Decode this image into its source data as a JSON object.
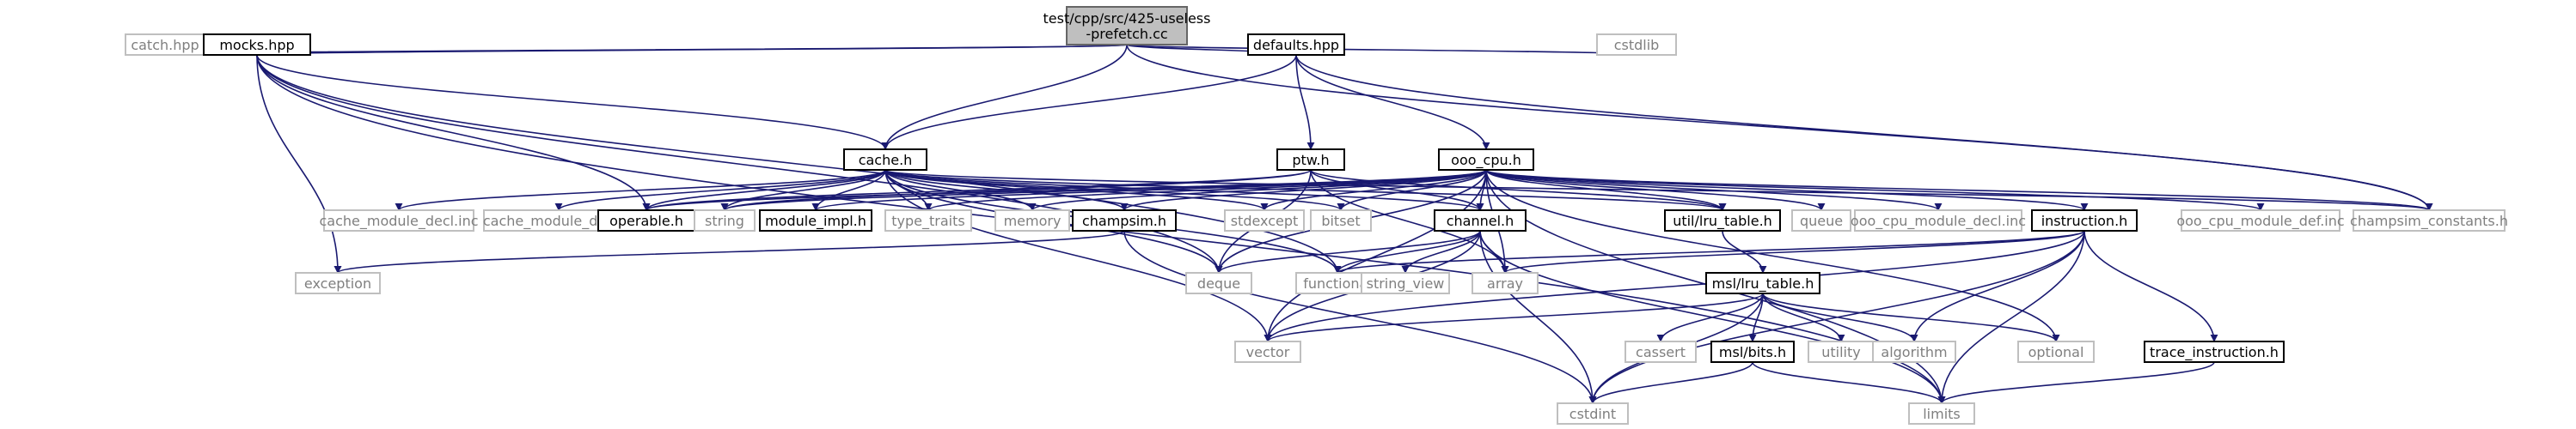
{
  "graph": {
    "nodes": [
      {
        "id": "root",
        "lines": [
          "test/cpp/src/425-useless",
          "-prefetch.cc"
        ],
        "kind": "root"
      },
      {
        "id": "catch_hpp",
        "lines": [
          "catch.hpp"
        ],
        "kind": "external"
      },
      {
        "id": "mocks_hpp",
        "lines": [
          "mocks.hpp"
        ],
        "kind": "project"
      },
      {
        "id": "defaults_hpp",
        "lines": [
          "defaults.hpp"
        ],
        "kind": "project"
      },
      {
        "id": "cstdlib",
        "lines": [
          "cstdlib"
        ],
        "kind": "external"
      },
      {
        "id": "cache_h",
        "lines": [
          "cache.h"
        ],
        "kind": "project"
      },
      {
        "id": "ptw_h",
        "lines": [
          "ptw.h"
        ],
        "kind": "project"
      },
      {
        "id": "ooo_cpu_h",
        "lines": [
          "ooo_cpu.h"
        ],
        "kind": "project"
      },
      {
        "id": "cache_module_decl",
        "lines": [
          "cache_module_decl.inc"
        ],
        "kind": "external"
      },
      {
        "id": "cache_module_def",
        "lines": [
          "cache_module_def.inc"
        ],
        "kind": "external"
      },
      {
        "id": "operable_h",
        "lines": [
          "operable.h"
        ],
        "kind": "project"
      },
      {
        "id": "string",
        "lines": [
          "string"
        ],
        "kind": "external"
      },
      {
        "id": "module_impl_h",
        "lines": [
          "module_impl.h"
        ],
        "kind": "project"
      },
      {
        "id": "type_traits",
        "lines": [
          "type_traits"
        ],
        "kind": "external"
      },
      {
        "id": "memory",
        "lines": [
          "memory"
        ],
        "kind": "external"
      },
      {
        "id": "champsim_h",
        "lines": [
          "champsim.h"
        ],
        "kind": "project"
      },
      {
        "id": "stdexcept",
        "lines": [
          "stdexcept"
        ],
        "kind": "external"
      },
      {
        "id": "bitset",
        "lines": [
          "bitset"
        ],
        "kind": "external"
      },
      {
        "id": "channel_h",
        "lines": [
          "channel.h"
        ],
        "kind": "project"
      },
      {
        "id": "lru_table_h",
        "lines": [
          "util/lru_table.h"
        ],
        "kind": "project"
      },
      {
        "id": "queue",
        "lines": [
          "queue"
        ],
        "kind": "external"
      },
      {
        "id": "ooo_cpu_module_decl",
        "lines": [
          "ooo_cpu_module_decl.inc"
        ],
        "kind": "external"
      },
      {
        "id": "instruction_h",
        "lines": [
          "instruction.h"
        ],
        "kind": "project"
      },
      {
        "id": "ooo_cpu_module_def",
        "lines": [
          "ooo_cpu_module_def.inc"
        ],
        "kind": "external"
      },
      {
        "id": "champsim_constants_h",
        "lines": [
          "champsim_constants.h"
        ],
        "kind": "external"
      },
      {
        "id": "exception",
        "lines": [
          "exception"
        ],
        "kind": "external"
      },
      {
        "id": "deque",
        "lines": [
          "deque"
        ],
        "kind": "external"
      },
      {
        "id": "functional",
        "lines": [
          "functional"
        ],
        "kind": "external"
      },
      {
        "id": "string_view",
        "lines": [
          "string_view"
        ],
        "kind": "external"
      },
      {
        "id": "array",
        "lines": [
          "array"
        ],
        "kind": "external"
      },
      {
        "id": "msl_lru_table_h",
        "lines": [
          "msl/lru_table.h"
        ],
        "kind": "project"
      },
      {
        "id": "vector",
        "lines": [
          "vector"
        ],
        "kind": "external"
      },
      {
        "id": "cassert",
        "lines": [
          "cassert"
        ],
        "kind": "external"
      },
      {
        "id": "msl_bits_h",
        "lines": [
          "msl/bits.h"
        ],
        "kind": "project"
      },
      {
        "id": "utility",
        "lines": [
          "utility"
        ],
        "kind": "external"
      },
      {
        "id": "algorithm",
        "lines": [
          "algorithm"
        ],
        "kind": "external"
      },
      {
        "id": "optional",
        "lines": [
          "optional"
        ],
        "kind": "external"
      },
      {
        "id": "trace_instruction_h",
        "lines": [
          "trace_instruction.h"
        ],
        "kind": "project"
      },
      {
        "id": "cstdint",
        "lines": [
          "cstdint"
        ],
        "kind": "external"
      },
      {
        "id": "limits",
        "lines": [
          "limits"
        ],
        "kind": "external"
      }
    ],
    "edges": [
      [
        "root",
        "catch_hpp"
      ],
      [
        "root",
        "mocks_hpp"
      ],
      [
        "root",
        "defaults_hpp"
      ],
      [
        "root",
        "cstdlib"
      ],
      [
        "root",
        "cache_h"
      ],
      [
        "root",
        "champsim_constants_h"
      ],
      [
        "mocks_hpp",
        "cache_h"
      ],
      [
        "mocks_hpp",
        "operable_h"
      ],
      [
        "mocks_hpp",
        "exception"
      ],
      [
        "mocks_hpp",
        "deque"
      ],
      [
        "mocks_hpp",
        "functional"
      ],
      [
        "mocks_hpp",
        "limits"
      ],
      [
        "defaults_hpp",
        "cache_h"
      ],
      [
        "defaults_hpp",
        "ptw_h"
      ],
      [
        "defaults_hpp",
        "ooo_cpu_h"
      ],
      [
        "defaults_hpp",
        "champsim_constants_h"
      ],
      [
        "cache_h",
        "cache_module_decl"
      ],
      [
        "cache_h",
        "cache_module_def"
      ],
      [
        "cache_h",
        "operable_h"
      ],
      [
        "cache_h",
        "string"
      ],
      [
        "cache_h",
        "module_impl_h"
      ],
      [
        "cache_h",
        "type_traits"
      ],
      [
        "cache_h",
        "memory"
      ],
      [
        "cache_h",
        "champsim_h"
      ],
      [
        "cache_h",
        "stdexcept"
      ],
      [
        "cache_h",
        "bitset"
      ],
      [
        "cache_h",
        "channel_h"
      ],
      [
        "cache_h",
        "lru_table_h"
      ],
      [
        "cache_h",
        "champsim_constants_h"
      ],
      [
        "cache_h",
        "deque"
      ],
      [
        "cache_h",
        "functional"
      ],
      [
        "cache_h",
        "vector"
      ],
      [
        "ptw_h",
        "operable_h"
      ],
      [
        "ptw_h",
        "string"
      ],
      [
        "ptw_h",
        "channel_h"
      ],
      [
        "ptw_h",
        "array"
      ],
      [
        "ptw_h",
        "deque"
      ],
      [
        "ptw_h",
        "lru_table_h"
      ],
      [
        "ooo_cpu_h",
        "operable_h"
      ],
      [
        "ooo_cpu_h",
        "string"
      ],
      [
        "ooo_cpu_h",
        "module_impl_h"
      ],
      [
        "ooo_cpu_h",
        "type_traits"
      ],
      [
        "ooo_cpu_h",
        "memory"
      ],
      [
        "ooo_cpu_h",
        "champsim_h"
      ],
      [
        "ooo_cpu_h",
        "stdexcept"
      ],
      [
        "ooo_cpu_h",
        "bitset"
      ],
      [
        "ooo_cpu_h",
        "channel_h"
      ],
      [
        "ooo_cpu_h",
        "lru_table_h"
      ],
      [
        "ooo_cpu_h",
        "queue"
      ],
      [
        "ooo_cpu_h",
        "ooo_cpu_module_decl"
      ],
      [
        "ooo_cpu_h",
        "instruction_h"
      ],
      [
        "ooo_cpu_h",
        "ooo_cpu_module_def"
      ],
      [
        "ooo_cpu_h",
        "champsim_constants_h"
      ],
      [
        "ooo_cpu_h",
        "deque"
      ],
      [
        "ooo_cpu_h",
        "array"
      ],
      [
        "ooo_cpu_h",
        "vector"
      ],
      [
        "ooo_cpu_h",
        "optional"
      ],
      [
        "ooo_cpu_h",
        "limits"
      ],
      [
        "champsim_h",
        "exception"
      ],
      [
        "champsim_h",
        "cstdint"
      ],
      [
        "channel_h",
        "deque"
      ],
      [
        "channel_h",
        "functional"
      ],
      [
        "channel_h",
        "string_view"
      ],
      [
        "channel_h",
        "array"
      ],
      [
        "channel_h",
        "vector"
      ],
      [
        "channel_h",
        "cstdint"
      ],
      [
        "channel_h",
        "limits"
      ],
      [
        "lru_table_h",
        "msl_lru_table_h"
      ],
      [
        "instruction_h",
        "functional"
      ],
      [
        "instruction_h",
        "array"
      ],
      [
        "instruction_h",
        "vector"
      ],
      [
        "instruction_h",
        "algorithm"
      ],
      [
        "instruction_h",
        "cstdint"
      ],
      [
        "instruction_h",
        "limits"
      ],
      [
        "instruction_h",
        "trace_instruction_h"
      ],
      [
        "msl_lru_table_h",
        "vector"
      ],
      [
        "msl_lru_table_h",
        "cassert"
      ],
      [
        "msl_lru_table_h",
        "msl_bits_h"
      ],
      [
        "msl_lru_table_h",
        "utility"
      ],
      [
        "msl_lru_table_h",
        "algorithm"
      ],
      [
        "msl_lru_table_h",
        "optional"
      ],
      [
        "msl_lru_table_h",
        "cstdint"
      ],
      [
        "msl_bits_h",
        "cstdint"
      ],
      [
        "msl_bits_h",
        "limits"
      ],
      [
        "trace_instruction_h",
        "limits"
      ]
    ]
  }
}
